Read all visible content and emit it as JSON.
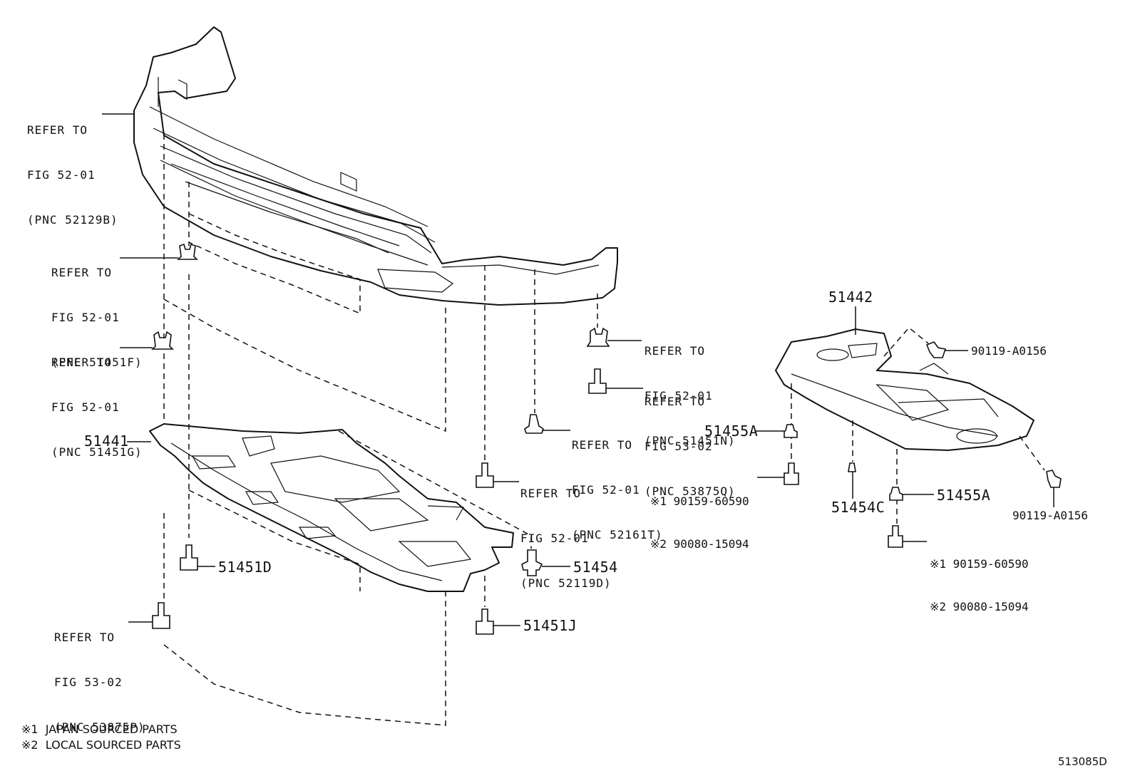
{
  "refs": {
    "bumper": {
      "l1": "REFER TO",
      "l2": "FIG 52-01",
      "l3": "(PNC 52129B)"
    },
    "clip_f": {
      "l1": "REFER TO",
      "l2": "FIG 52-01",
      "l3": "(PNC 51451F)"
    },
    "clip_g": {
      "l1": "REFER TO",
      "l2": "FIG 52-01",
      "l3": "(PNC 51451G)"
    },
    "clip_n": {
      "l1": "REFER TO",
      "l2": "FIG 52-01",
      "l3": "(PNC 51451N)"
    },
    "bolt_q": {
      "l1": "REFER TO",
      "l2": "FIG 53-02",
      "l3": "(PNC 53875Q)"
    },
    "clip_t": {
      "l1": "REFER TO",
      "l2": "FIG 52-01",
      "l3": "(PNC 52161T)"
    },
    "bolt_d": {
      "l1": "REFER TO",
      "l2": "FIG 52-01",
      "l3": "(PNC 52119D)"
    },
    "bolt_p": {
      "l1": "REFER TO",
      "l2": "FIG 53-02",
      "l3": "(PNC 53875P)"
    }
  },
  "parts": {
    "p51441": "51441",
    "p51442": "51442",
    "p51451D": "51451D",
    "p51451J": "51451J",
    "p51454": "51454",
    "p51454C": "51454C",
    "p51455A_top": "51455A",
    "p51455A_bottom": "51455A",
    "p90119_top": "90119-A0156",
    "p90119_bottom": "90119-A0156"
  },
  "alt_bolts": {
    "upper": {
      "l1": "※1 90159-60590",
      "l2": "※2 90080-15094"
    },
    "lower": {
      "l1": "※1 90159-60590",
      "l2": "※2 90080-15094"
    }
  },
  "notes": {
    "n1": "※1  JAPAN SOURCED PARTS",
    "n2": "※2  LOCAL SOURCED PARTS"
  },
  "figure_ref": "513085D"
}
